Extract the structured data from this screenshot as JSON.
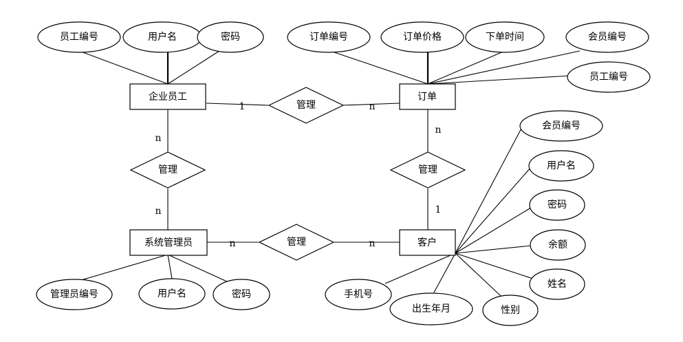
{
  "entities": {
    "employee": "企业员工",
    "order": "订单",
    "admin": "系统管理员",
    "customer": "客户"
  },
  "relationships": {
    "employee_order": "管理",
    "employee_admin": "管理",
    "order_customer": "管理",
    "admin_customer": "管理"
  },
  "attributes": {
    "employee": [
      "员工编号",
      "用户名",
      "密码"
    ],
    "order": [
      "订单编号",
      "订单价格",
      "下单时间",
      "会员编号",
      "员工编号"
    ],
    "admin": [
      "管理员编号",
      "用户名",
      "密码"
    ],
    "customer": [
      "会员编号",
      "用户名",
      "密码",
      "余额",
      "姓名",
      "性别",
      "出生年月",
      "手机号"
    ]
  },
  "cardinalities": {
    "employee_side_of_employee_order": "1",
    "order_side_of_employee_order": "n",
    "employee_side_of_employee_admin": "n",
    "admin_side_of_employee_admin": "n",
    "order_side_of_order_customer": "n",
    "customer_side_of_order_customer": "1",
    "admin_side_of_admin_customer": "n",
    "customer_side_of_admin_customer": "n"
  }
}
